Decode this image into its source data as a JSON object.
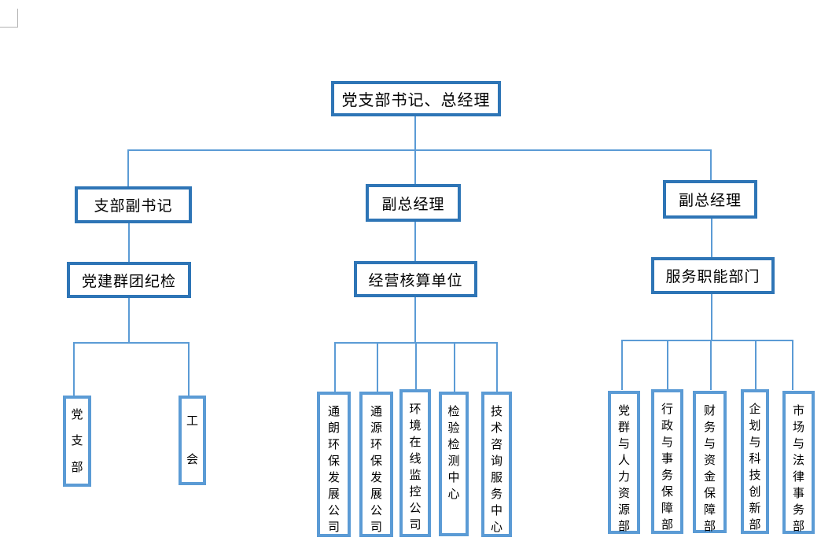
{
  "org_chart": {
    "root": {
      "label": "党支部书记、总经理"
    },
    "branches": [
      {
        "manager": {
          "label": "支部副书记"
        },
        "division": {
          "label": "党建群团纪检"
        },
        "units": [
          {
            "label": "党支部"
          },
          {
            "label": "工会"
          }
        ]
      },
      {
        "manager": {
          "label": "副总经理"
        },
        "division": {
          "label": "经营核算单位"
        },
        "units": [
          {
            "label": "通朗环保发展公司"
          },
          {
            "label": "通源环保发展公司"
          },
          {
            "label": "环境在线监控公司"
          },
          {
            "label": "检验检测中心"
          },
          {
            "label": "技术咨询服务中心"
          }
        ]
      },
      {
        "manager": {
          "label": "副总经理"
        },
        "division": {
          "label": "服务职能部门"
        },
        "units": [
          {
            "label": "党群与人力资源部"
          },
          {
            "label": "行政与事务保障部"
          },
          {
            "label": "财务与资金保障部"
          },
          {
            "label": "企划与科技创新部"
          },
          {
            "label": "市场与法律事务部"
          }
        ]
      }
    ],
    "colors": {
      "box_border_dark": "#2e75b6",
      "box_border_light": "#5b9bd5",
      "connector_line": "#5b9bd5",
      "text": "#000000"
    }
  }
}
